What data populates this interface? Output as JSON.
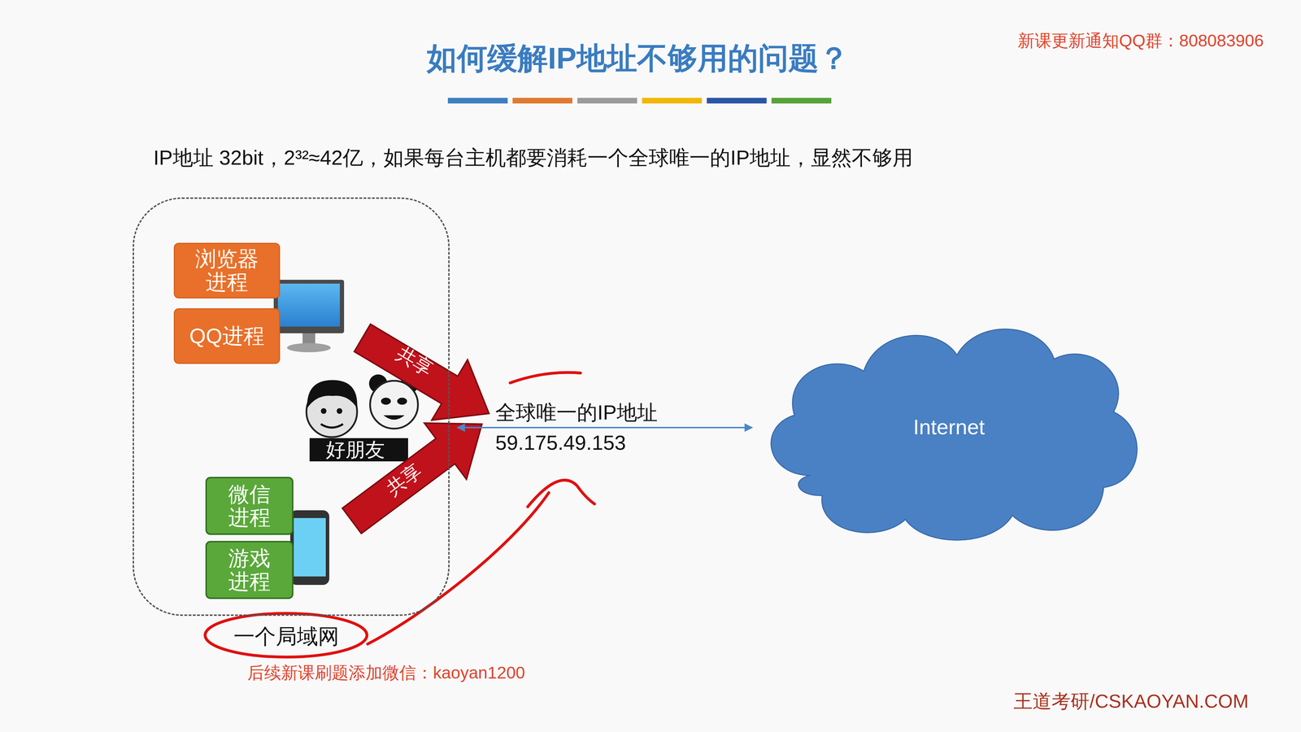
{
  "diagram": {
    "title": "如何缓解IP地址不够用的问题？",
    "nodes": [
      {
        "text": [
          "一个局域网"
        ]
      },
      {
        "text": [
          "浏览器 进程"
        ],
        "in": 0
      },
      {
        "text": [
          "QQ进程"
        ],
        "in": 0
      },
      {
        "text": [
          "微信 进程"
        ],
        "in": 0
      },
      {
        "text": [
          "游戏 进程"
        ],
        "in": 0
      },
      {
        "text": [
          "Internet"
        ]
      }
    ],
    "labels": [
      "IP地址 32bit，2³²≈42亿，如果每台主机都要消耗一个全球唯一的IP地址，显然不够用",
      "新课更新通知QQ群：808083906",
      "好朋友",
      "共享",
      "共享",
      "全球唯一的IP地址",
      "59.175.49.153",
      "后续新课刷题添加微信：kaoyan1200",
      "王道考研/CSKAOYAN.COM"
    ]
  }
}
